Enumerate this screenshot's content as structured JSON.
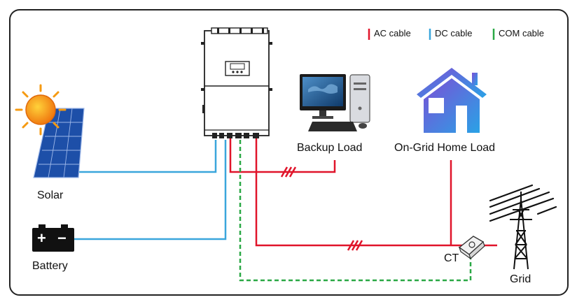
{
  "legend": {
    "ac": "AC cable",
    "dc": "DC cable",
    "com": "COM cable"
  },
  "labels": {
    "solar": "Solar",
    "battery": "Battery",
    "backup_load": "Backup Load",
    "home_load": "On-Grid Home Load",
    "ct": "CT",
    "grid": "Grid"
  },
  "battery_symbols": {
    "plus": "+",
    "minus": "−"
  },
  "colors": {
    "ac": "#e0142a",
    "dc": "#3aa6dc",
    "com": "#2aa845",
    "frame": "#222222"
  },
  "icons": {
    "inverter": "inverter-icon",
    "solar": "solar-panel-icon",
    "sun": "sun-icon",
    "battery": "battery-icon",
    "computer": "computer-icon",
    "house": "house-icon",
    "ct": "ct-clamp-icon",
    "tower": "power-tower-icon"
  }
}
